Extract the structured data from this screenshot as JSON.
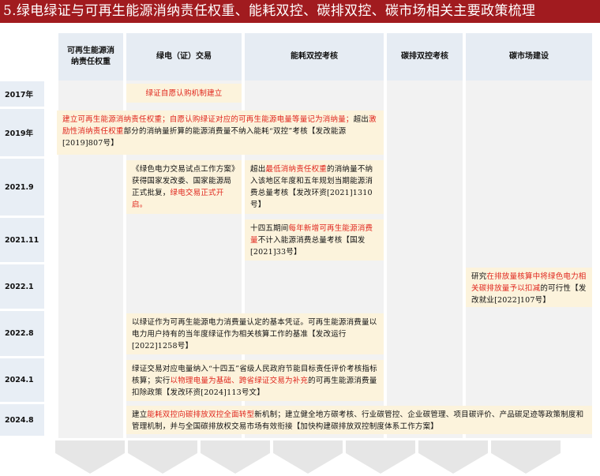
{
  "title": "5.绿电绿证与可再生能源消纳责任权重、能耗双控、碳排双控、碳市场相关主要政策梳理",
  "columns": [
    {
      "id": "rps",
      "label": "可再生能源消纳责任权重"
    },
    {
      "id": "gec",
      "label": "绿电（证）交易"
    },
    {
      "id": "energy",
      "label": "能耗双控考核"
    },
    {
      "id": "carbon",
      "label": "碳排双控考核"
    },
    {
      "id": "market",
      "label": "碳市场建设"
    }
  ],
  "rows": [
    {
      "date": "2017年"
    },
    {
      "date": "2019年"
    },
    {
      "date": "2021.9"
    },
    {
      "date": "2021.11"
    },
    {
      "date": "2022.1"
    },
    {
      "date": "2022.8"
    },
    {
      "date": "2024.1"
    },
    {
      "date": "2024.8"
    }
  ],
  "notes": {
    "n2017": {
      "segments": [
        {
          "text": "绿证自愿认购机制建立",
          "red": true
        }
      ]
    },
    "n2019": {
      "segments": [
        {
          "text": "建立可再生能源消纳责任权重；自愿认购绿证对应的可再生能源电量等量记为消纳量；",
          "red": true
        },
        {
          "text": "超出",
          "red": false
        },
        {
          "text": "激励性消纳责任权重",
          "red": true
        },
        {
          "text": "部分的消纳量折算的能源消费量不纳入能耗“双控”考核【发改能源[2019]807号】",
          "red": false
        }
      ]
    },
    "n2021_9a": {
      "segments": [
        {
          "text": "《绿色电力交易试点工作方案》获得国家发改委、国家能源局正式批复，",
          "red": false
        },
        {
          "text": "绿电交易正式开启。",
          "red": true
        }
      ]
    },
    "n2021_9b": {
      "segments": [
        {
          "text": "超出",
          "red": false
        },
        {
          "text": "最低消纳责任权重",
          "red": true
        },
        {
          "text": "的消纳量不纳入该地区年度和五年规划当期能源消费总量考核【发改环资[2021]1310号】",
          "red": false
        }
      ]
    },
    "n2021_11": {
      "segments": [
        {
          "text": "十四五期间",
          "red": false
        },
        {
          "text": "每年新增可再生能源消费量",
          "red": true
        },
        {
          "text": "不计入能源消费总量考核【国发[2021]33号】",
          "red": false
        }
      ]
    },
    "n2022_1": {
      "segments": [
        {
          "text": "研究",
          "red": false
        },
        {
          "text": "在排放量核算中将绿色电力相关碳排放量予以扣减",
          "red": true
        },
        {
          "text": "的可行性【发改就业[2022]107号】",
          "red": false
        }
      ]
    },
    "n2022_8": {
      "segments": [
        {
          "text": "以绿证作为可再生能源电力消费量认定的基本凭证。可再生能源消费量以电力用户持有的当年度绿证作为相关核算工作的基准【发改运行[2022]1258号】",
          "red": false
        }
      ]
    },
    "n2024_1": {
      "segments": [
        {
          "text": "绿证交易对应电量纳入“十四五”省级人民政府节能目标责任评价考核指标核算；实行",
          "red": false
        },
        {
          "text": "以物理电量为基础、跨省绿证交易为补充",
          "red": true
        },
        {
          "text": "的可再生能源消费量扣除政策【发改环资[2024]113号文】",
          "red": false
        }
      ]
    },
    "n2024_8": {
      "segments": [
        {
          "text": "建立",
          "red": false
        },
        {
          "text": "能耗双控向碳排放双控全面转型",
          "red": true
        },
        {
          "text": "新机制；建立健全地方碳考核、行业碳管控、企业碳管理、项目碳评价、产品碳足迹等政策制度和管理机制，并与全国碳排放权交易市场有效衔接【加快构建碳排放双控制度体系工作方案】",
          "red": false
        }
      ]
    }
  },
  "colors": {
    "title_bg": "#a11b1f",
    "header_bg": "#e6ecf3",
    "note_bg": "#fcf3dc",
    "highlight": "#e0261d",
    "strip_bg": "#f2f2f2",
    "date_bg": "#e8eef5"
  }
}
